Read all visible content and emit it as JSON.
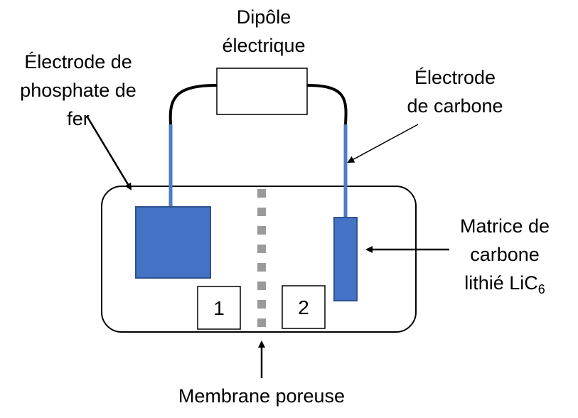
{
  "labels": {
    "dipole_line1": "Dipôle",
    "dipole_line2": "électrique",
    "iron_phosphate_line1": "Électrode de",
    "iron_phosphate_line2": "phosphate de",
    "iron_phosphate_line3": "fer",
    "carbon_electrode_line1": "Électrode",
    "carbon_electrode_line2": "de carbone",
    "matrix_line1": "Matrice de",
    "matrix_line2": "carbone",
    "matrix_line3_main": "lithié LiC",
    "matrix_line3_sub": "6",
    "membrane": "Membrane poreuse"
  },
  "compartments": {
    "left": "1",
    "right": "2"
  },
  "colors": {
    "electrode_fill": "#4472c4",
    "electrode_stroke": "#2f528f",
    "rod": "#4a7fc1",
    "wire": "#000000",
    "membrane": "#9a9a9a"
  }
}
